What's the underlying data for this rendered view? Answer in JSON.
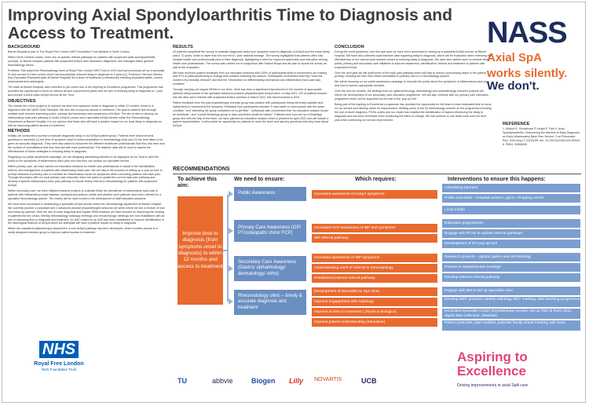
{
  "title": {
    "line1": "Improving Axial Spondyloarthritis Time to Diagnosis and",
    "line2": "Access to Treatment."
  },
  "nass": {
    "wordmark": "NASS",
    "tag1": "Axial SpA",
    "tag2": "works silently.",
    "tag3": "We don't."
  },
  "background": {
    "heading": "BACKGROUND",
    "p1": "Barnet Hospital is part of The Royal Free London NHS Foundation Trust situated in North London.",
    "p2": "Within North Central London, there are no specific referral pathways for patients with suspected axial spondyloarthritis (AxSpA). At Barnet hospital, patients with suspected AxSpA were assessed, diagnosed, and managed within general rheumatology clinics.",
    "p3": "Professor Tobi joined the Rheumatology team at Royal Free London NHS Trust in 2019 and had previously set up a specialist St Ap's service in East London which had successfully reduced delay to diagnosis to 3 years [1]. Professor Tobi and Victoria Kay (Specialist Physiotherapist at Barnet Hospital) led a team of healthcare professionals including physiotherapists, nurses, pharmacists and radiologists.",
    "p4": "The team at Barnet Hospital, were selected to join cohort two of the Aspiring to Excellence programme. This programme has provided the opportunity to focus on various service improvement plans with the aim of reducing delay to diagnosis to 1 year and provide a world class AxSpA service all the Trust."
  },
  "objectives": {
    "heading": "OBJECTIVES",
    "p1": "The overall aim of the project is to improve the time from symptom onset to diagnosis to within 12 months, which is in alignment with the NASS Gold Standard. We also aim to improve access to treatment. The goal to achieve this through multiple work streams improving public, primary and secondary care awareness of AxSpA. The aim is also to develop an inflammatory back pain pathway in North Central London and a specialist AxSpA service within the Rheumatology Department at Barnet Hospital. It is our opinion that those who will have a positive impact on our local delay to diagnosis as well as improving patient access to treatment."
  },
  "methods": {
    "heading": "METHODS",
    "p1": "Initially, we conducted a survey to evaluate diagnostic delay in our AxSpA patient group. Patients were asked several questions to ascertain (1) the time of symptom onset to initial consultation in rheumatology clinic and (2) the time taken to be given an accurate diagnosis. They were also asked to document the different healthcare professionals that they had seen and the number of consultations that they had had with each professional. The baseline data will be used to assess the effectiveness of future strategies in reducing delay to diagnosis.",
    "p2": "Regarding our public awareness campaign, we are designing advertising banners to be displayed at our Trust to alert the public to the symptoms of inflammatory back pain and how they can access our specialist service.",
    "p3": "Within primary care, we have carried out education sessions for health care professionals to assist in the identification, referral, and management of patients with inflammatory back pain. We are also in the process of setting up a 'pop up hub' to prompt clinicians in primary care to consider an inflammatory cause for symptoms when consulting patients with back pain. Through discussion with our local primary care networks, there are plans to update the current back pain pathway and develop a specific inflammatory back pain pathway to ensure timely referral to rheumatology for patients with suspected AxSpA.",
    "p4": "Within secondary care, we have initiated research projects to evaluate firstly the prevalence of inflammatory back pain in patients with inflammatory bowel disease, psoriasis and anterior uveitis and whether such patients have been referred for a specialist rheumatology opinion. The results will be used to inform the development of staff education sessions.",
    "p5": "We have been successful in establishing a specialist AxSpA service within the rheumatology department at Barnet Hospital. We currently provide a consultant and 2 advanced practice physiotherapist sessions per week where we see a mixture of new and follow up patients. With the aim of close diagnosis and regular MDM sessions we have focused on improving the booking of patients into the clinics. Weekly rheumatology radiology meetings and virtual biologic meetings are now established with an aim of improving time to diagnosis and treatment. An IMG hosted by an SpR has been established to improve identification of the radiological features of AxSpA which we anticipate will have a positive impact on delay to diagnosis.",
    "p6": "Within the outpatient physiotherapy department, a new AxSpA pathway has been developed, which includes access to a newly designed exercise group to improve patient access to treatment."
  },
  "results": {
    "heading": "RESULTS",
    "p1": "42 patients completed the survey to evaluate diagnostic delay from symptom onset to diagnosis of AxSpA and the mean delay was 6.72 years, which is lower than the current 8.7 year national average. The survey highlighted that patients often saw multiple health care professionals prior to their diagnosis, highlighting a need for improved awareness and education among health care professionals. The survey was carried out in conjunction with Salford Royal and we plan to repeat the survey as part of the evaluation.",
    "p2": "We have received positive feedback from our education sessions with 100% of participants likely to recommend our training and 97% of participants likely to change their practice following the session. Participants commented that they \"have the content very clinically relevant\" and that the \"information on differentiating mechanical and inflammatory back pain was excellent\".",
    "p3": "Through carrying out regular MDMs in our clinic, there has been a significant improvement in the number of appropriate patients being booked in the specialist advanced practice physiotherapist AxSpA clinic. In May 2021, 0% of patients booked into the clinic were referred with suspected AxSpA whereas in March 2022, this had increased to 83%.",
    "p4": "Patient feedback from the pilot physiotherapy exercise group was positive with participants being extremely satisfied and highly likely to recommend the sessions. Feedback from participants included \"it was useful to meet people with the same condition\" and \"attending the group motivated me to get fitter\". Individuals also commented that \"an education session would be beneficial\", and \"a local WhatsApp group to stay connected would be helpful\". Patients have now set up a WhatsApp group and with the help of the team, we have planned an education session which is planned for April 2022 and will include a patient representative. It will provide an opportunity for patients to meet the team and ask any questions that they have about AxSpA."
  },
  "conclusion": {
    "heading": "CONCLUSION",
    "p1": "During the covid pandemic, over the past year we have been successful in setting up a specialist AxSpA service at Barnet Hospital. We have also collected local baseline data regarding delay to diagnosis, which will be invaluable when reviewing the effectiveness of our various work streams aimed at reducing delay to diagnosis. We have also started work on several other public, primary and secondary care initiatives to improve awareness, identification, referral and treatment of patients with suspected AxSpA.",
    "p2": "Over the next year we will uplift some of the back pain pathway which will help to reduce unnecessary steps in the patient journey, reducing the time from initial consultation in primary care to a rheumatology opinion.",
    "p3": "We will be focusing on our public awareness campaign to educate the public about the symptoms of inflammatory back pain and how to access appropriate services.",
    "p4": "Over the next six months, the findings from our gastroenterology, dermatology and ophthalmology research projects will inform the development of our secondary care education programme. We will also continue with our primary care education programme which will be supported by the trial of the 'pop up hub'.",
    "p5": "Being part of the Aspiring to Excellence programme has provided the opportunity for the team to learn dedicated time to focus on our service and develop ideas for improvement. Utilising some of the QI methodology covered on the programme including the use of driver diagrams, PDSA cycles and run charts has enabled the identification of factors influencing the delay to diagnosis and has been beneficial when monitoring the effect of change. We will continue to use these tools over the next year when continuing our service improvement."
  },
  "reference": {
    "heading": "REFERENCE",
    "text": "1. Alhthuf R, Sinnathurai P, Knight P, Tobi H. Axial Spondyloarthritis: Overcoming the Barriers to Early Diagnosis-an Early Inflammatory Back Pain Service. Curr Rheumatol Rep. 2020 Aug 17;22(10):59. doi: 10.1007/s11926-020-00934-6. PMID: 32808099"
  },
  "recommendations": {
    "heading": "RECOMMENDATIONS",
    "col_aim": "To achieve this aim:",
    "col_need": "We need to ensure:",
    "col_requires": "Which requires:",
    "col_interventions": "Interventions to ensure this happens:",
    "aim_text": "Improve time to diagnosis (from symptoms onset to diagnosis) to within 12 months and access to treatment",
    "needs": [
      "Public Awareness",
      "Primary Care Awareness (GP/ PT/osteopath/ chiro/ FCP)",
      "Secondary Care Awareness (Gastro/ opthalmology/ dermatology/ ortho)",
      "Rheumatology clinic – timely & accurate diagnosis and treatment"
    ],
    "requires": [
      "Increased awareness of AxSpA symptoms",
      "Increased HCP awareness of IBP and symptoms",
      "IBP referral pathway",
      "Increased awareness of IBP symptoms",
      "Understanding merit of referral to rheumatology",
      "Established internal referral pathway",
      "Development of specialist Ax SpA clinic",
      "Improve engagement with radiology",
      "Improve access to treatment ( physio & biologics)",
      "Improve patient understanding (education)"
    ],
    "interventions": [
      "Advertising banners",
      "Public education – hospital canteen, gyms, shopping centre",
      "Local media",
      "Education programmes",
      "Engage with PCNs to update referral pathways",
      "Development of GP pop up tool",
      "Research projects – gastro/ gastro and dermatology",
      "Present in departmental meetings",
      "Develop internal referral pathway",
      "Engage with BM to set up specialist clinic",
      "Develop MDT protocol, weekly radiology MDT meeting, MBI teaching programme",
      "Dedicated specialist AxSpA physiotherapy service, set up VBC & Rare clinic, digital data collection, database.",
      "Patient podcasts, Q&A booklet, patients/ family virtual meeting with team."
    ]
  },
  "footer": {
    "nhs_badge": "NHS",
    "nhs_org": "Royal Free London",
    "nhs_trust": "NHS Foundation Trust",
    "sponsors": [
      "TU",
      "abbvie",
      "Biogen",
      "Lilly",
      "NOVARTIS",
      "UCB"
    ],
    "ate_line1": "Aspiring to",
    "ate_line2": "Excellence",
    "ate_tagline": "Driving improvements in axial SpA care"
  }
}
